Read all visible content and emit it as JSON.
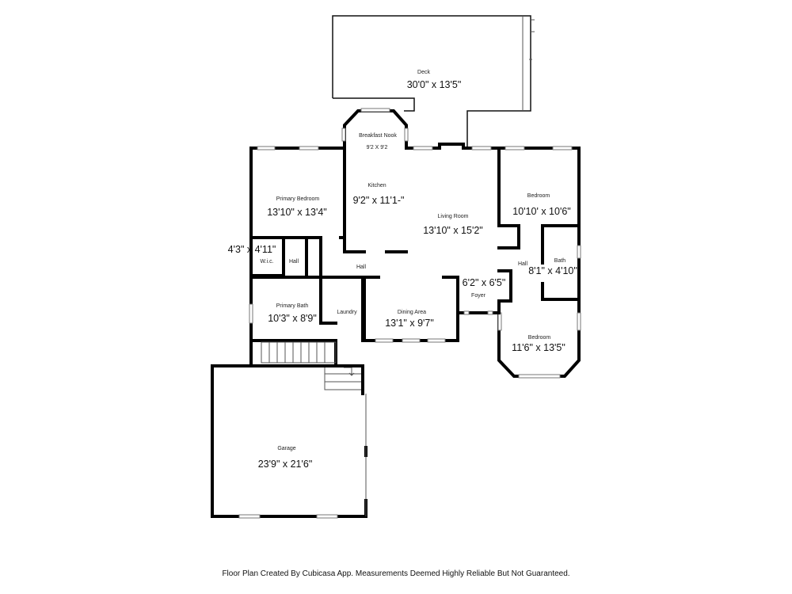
{
  "rooms": {
    "deck": {
      "name": "Deck",
      "dim": "30'0\" x 13'5\""
    },
    "breakfast": {
      "name": "Breakfast Nook",
      "dim": "9'2 X 9'2"
    },
    "kitchen": {
      "name": "Kitchen",
      "dim": "9'2\" x 11'1-\""
    },
    "primary_bedroom": {
      "name": "Primary Bedroom",
      "dim": "13'10\" x 13'4\""
    },
    "living": {
      "name": "Living Room",
      "dim": "13'10\" x 15'2\""
    },
    "bedroom1": {
      "name": "Bedroom",
      "dim": "10'10' x 10'6\""
    },
    "wic": {
      "name": "W.i.c.",
      "dim": "4'3\" x 4'11\""
    },
    "hall_primary": {
      "name": "Hall"
    },
    "hall_center": {
      "name": "Hall"
    },
    "hall_right": {
      "name": "Hall"
    },
    "bath": {
      "name": "Bath",
      "dim": "8'1\" x 4'10\""
    },
    "foyer": {
      "name": "Foyer",
      "dim": "6'2\" x 6'5\""
    },
    "primary_bath": {
      "name": "Primary Bath",
      "dim": "10'3\" x 8'9\""
    },
    "laundry": {
      "name": "Laundry"
    },
    "dining": {
      "name": "Dining Area",
      "dim": "13'1\" x 9'7\""
    },
    "bedroom2": {
      "name": "Bedroom",
      "dim": "11'6\" x 13'5\""
    },
    "garage": {
      "name": "Garage",
      "dim": "23'9\" x 21'6\""
    }
  },
  "footer": "Floor Plan Created By Cubicasa App. Measurements Deemed Highly Reliable But Not Guaranteed."
}
